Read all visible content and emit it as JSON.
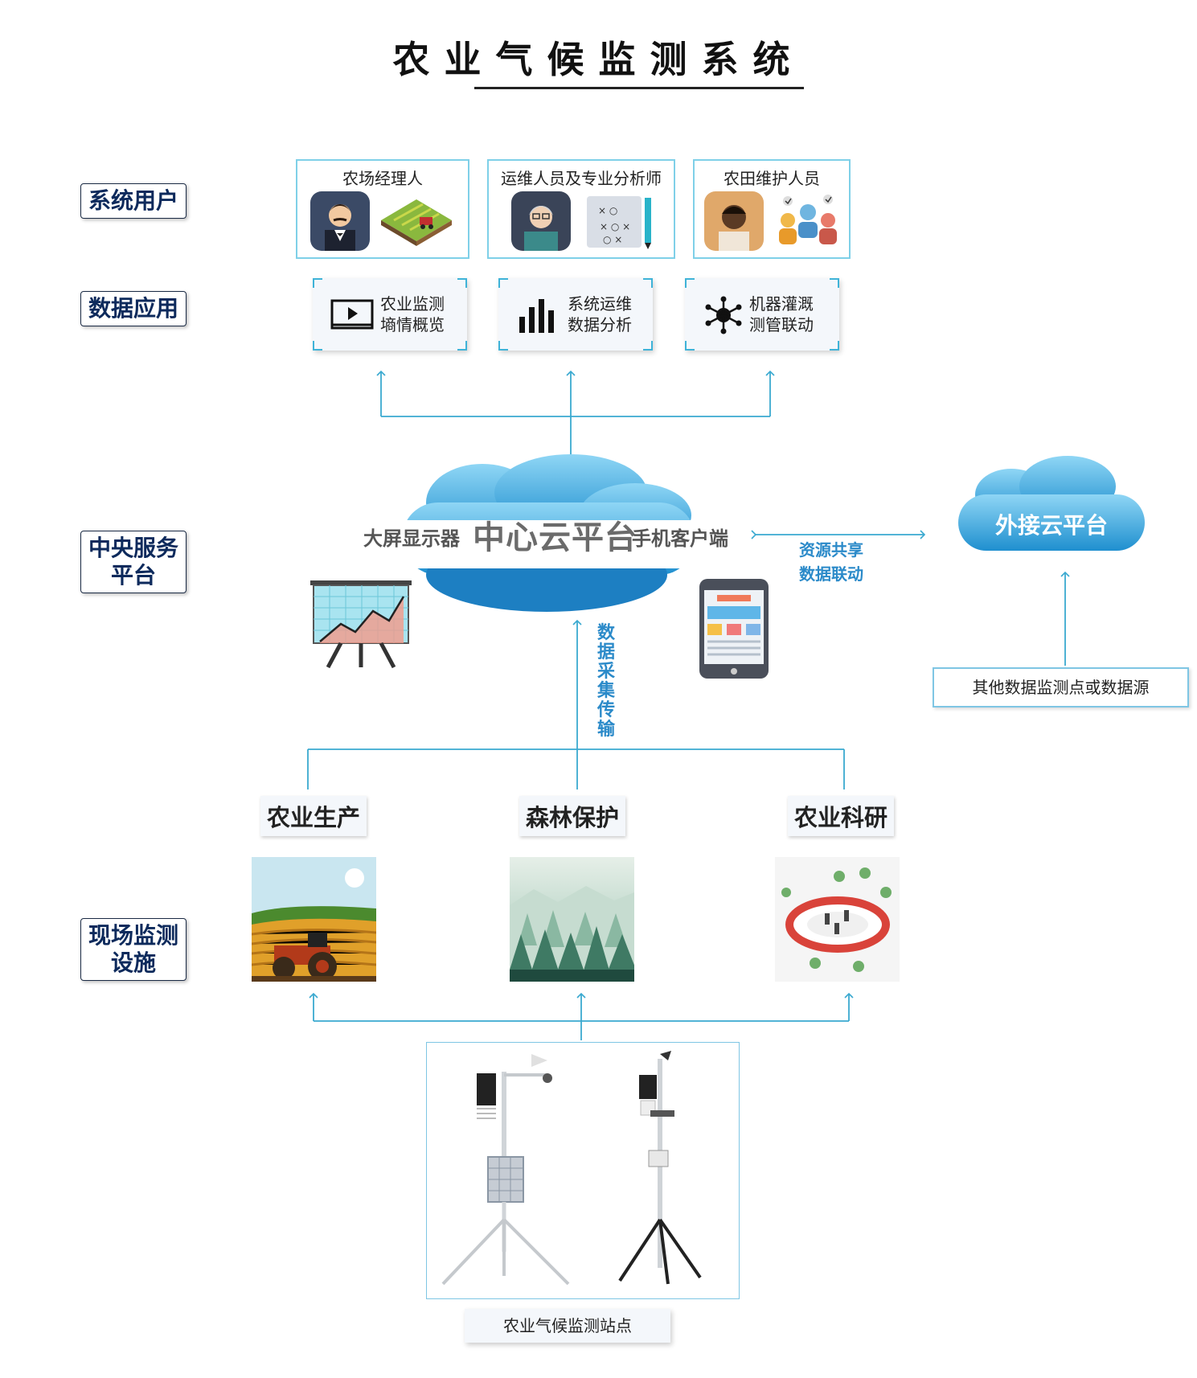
{
  "title": "农业气候监测系统",
  "side_labels": {
    "users": "系统用户",
    "apps": "数据应用",
    "central": [
      "中央服务",
      "平台"
    ],
    "field": [
      "现场监测",
      "设施"
    ]
  },
  "users": [
    {
      "label": "农场经理人",
      "icons": [
        "manager-avatar-icon",
        "farmland-icon"
      ]
    },
    {
      "label": "运维人员及专业分析师",
      "icons": [
        "analyst-avatar-icon",
        "strategy-map-icon"
      ]
    },
    {
      "label": "农田维护人员",
      "icons": [
        "worker-avatar-icon",
        "team-icon"
      ]
    }
  ],
  "apps": [
    {
      "lines": [
        "农业监测",
        "墒情概览"
      ],
      "icon": "video-player-icon"
    },
    {
      "lines": [
        "系统运维",
        "数据分析"
      ],
      "icon": "bar-chart-icon"
    },
    {
      "lines": [
        "机器灌溉",
        "测管联动"
      ],
      "icon": "network-node-icon"
    }
  ],
  "cloud": {
    "left": "大屏显示器",
    "center": "中心云平台",
    "right": "手机客户端"
  },
  "external_cloud": "外接云平台",
  "share_text": [
    "资源共享",
    "数据联动"
  ],
  "data_collect_text": "数据采集传输",
  "other_sources": "其他数据监测点或数据源",
  "categories": [
    {
      "label": "农业生产",
      "image": "tractor-field-image"
    },
    {
      "label": "森林保护",
      "image": "forest-image"
    },
    {
      "label": "农业科研",
      "image": "research-lab-image"
    }
  ],
  "station_label": "农业气候监测站点",
  "colors": {
    "accent": "#3aa9d0",
    "dark_blue": "#0d2a5c",
    "text_blue": "#2b8ac9"
  }
}
